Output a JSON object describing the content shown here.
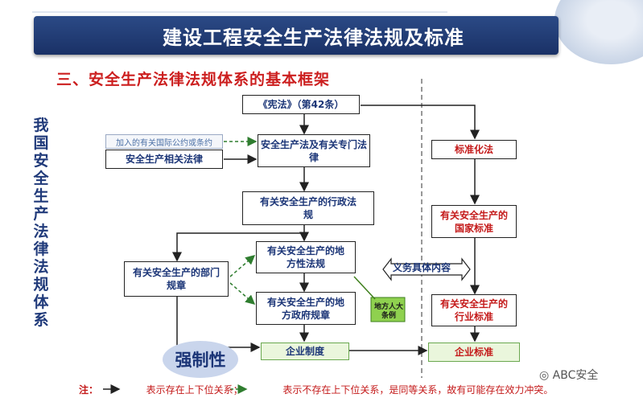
{
  "header": {
    "title": "建设工程安全生产法律法规及标准"
  },
  "subtitle": "三、安全生产法律法规体系的基本框架",
  "side_title": "我国安全生产法律法规体系",
  "boxes": {
    "constitution": "《宪法》（第42条）",
    "intl_conventions": "加入的有关国际公约或条约",
    "related_laws": "安全生产相关法律",
    "safety_law": "安全生产法及有关专门法律",
    "admin_regs": "有关安全生产的行政法规",
    "local_regs": "有关安全生产的地方性法规",
    "dept_rules": "有关安全生产的部门规章",
    "local_gov_rules": "有关安全生产的地方政府规章",
    "enterprise_system": "企业制度",
    "standardization_law": "标准化法",
    "national_standards": "有关安全生产的国家标准",
    "industry_standards": "有关安全生产的行业标准",
    "enterprise_standards": "企业标准"
  },
  "callouts": {
    "local_congress": "地方人大条例",
    "duty_content": "义务具体内容"
  },
  "mandatory": "强制性",
  "note": {
    "prefix": "注：",
    "solid_text": "表示存在上下位关系；",
    "dashed_text": "表示不存在上下位关系，是同等关系，故有可能存在效力冲突。"
  },
  "watermark": "ABC安全",
  "colors": {
    "header_bg": "#1f3a75",
    "accent_red": "#cc1f1f",
    "box_text": "#1b3577",
    "green_box": "#eaf6dc"
  }
}
